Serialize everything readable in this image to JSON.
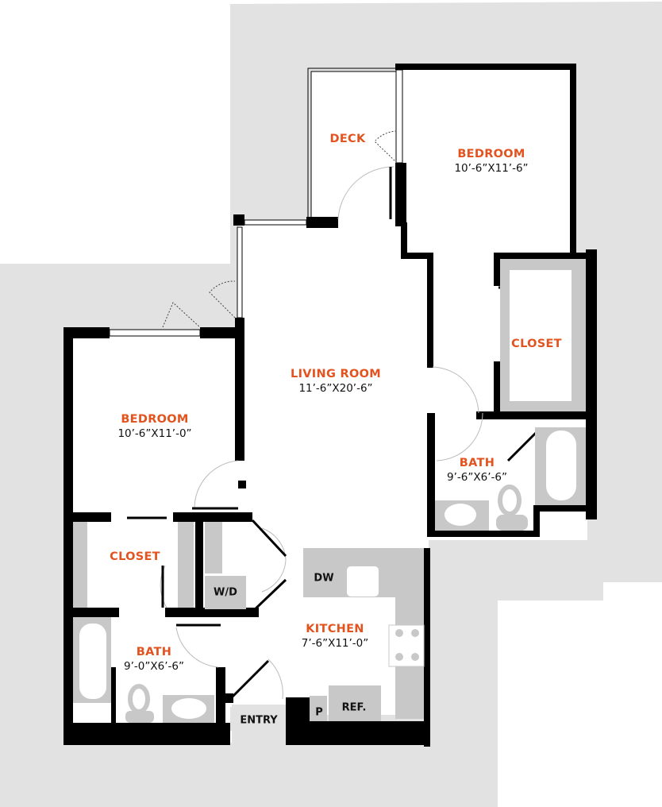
{
  "plan": {
    "colors": {
      "site": "#e2e2e2",
      "wall": "#000000",
      "fixture": "#c8c8c8",
      "label_accent": "#e2531f",
      "label_text": "#111111"
    },
    "rooms": {
      "deck": {
        "name": "DECK"
      },
      "bedroom_1": {
        "name": "BEDROOM",
        "dimensions": "10’-6”X11’-6”"
      },
      "living_room": {
        "name": "LIVING ROOM",
        "dimensions": "11’-6”X20’-6”"
      },
      "bedroom_2": {
        "name": "BEDROOM",
        "dimensions": "10’-6”X11’-0”"
      },
      "closet_1": {
        "name": "CLOSET"
      },
      "closet_2": {
        "name": "CLOSET"
      },
      "bath_1": {
        "name": "BATH",
        "dimensions": "9’-6”X6’-6”"
      },
      "bath_2": {
        "name": "BATH",
        "dimensions": "9’-0”X6’-6”"
      },
      "kitchen": {
        "name": "KITCHEN",
        "dimensions": "7’-6”X11’-0”"
      }
    },
    "fixtures": {
      "washer_dryer": "W/D",
      "dishwasher": "DW",
      "pantry": "P",
      "refrigerator": "REF.",
      "entry": "ENTRY"
    }
  }
}
